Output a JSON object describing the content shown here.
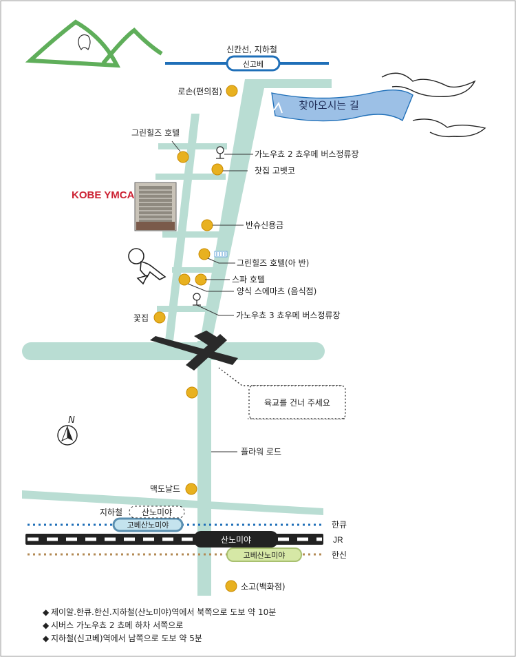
{
  "colors": {
    "road": "#b9ddd3",
    "road_dark": "#2a2a2a",
    "hill_green": "#5fae5a",
    "pin": "#e8b120",
    "hankyu_blue": "#1f6fb8",
    "hanshin_brown": "#b38a54",
    "jr_black": "#222222",
    "banner_blue": "#9cc0e6"
  },
  "header": {
    "top_line_label": "신칸선, 지하철",
    "top_station": "신고베"
  },
  "banner": {
    "title": "찾아오시는 길"
  },
  "brand": {
    "text": "KOBE YMCA"
  },
  "landmarks": {
    "lawson": "로손(편의점)",
    "green_hills_hotel": "그린힐즈 호텔",
    "bus_stop_2": "가노우쵸 2 쵸우메 버스정류장",
    "tea_house": "찻집 고벳코",
    "banshu_bank": "반슈신용금",
    "green_hills_annex": "그린힐즈 호텔(아 반)",
    "spa_hotel": "스파 호텔",
    "western_food": "양식 스에마츠 (음식점)",
    "flower_shop": "꽃집",
    "bus_stop_3": "가노우쵸 3 쵸우메 버스정류장",
    "crosswalk_note": "육교를 건너 주세요",
    "flower_road": "플라워 로드",
    "mcdonalds": "맥도날드",
    "sogo": "소고(백화점)"
  },
  "stations": {
    "subway_label": "지하철",
    "subway_station": "산노미야",
    "hankyu_station": "고베산노미야",
    "jr_station": "산노미야",
    "hanshin_station": "고베산노미야",
    "hankyu_line": "한큐",
    "jr_line": "JR",
    "hanshin_line": "한신"
  },
  "compass": {
    "north": "N"
  },
  "directions": [
    "제이알.한큐.한신.지하철(산노미야)역에서 북쪽으로 도보 약 10분",
    "시버스 가노우쵸 2 쵸메 하차 서쪽으로",
    "지하철(신고베)역에서 남쪽으로 도보 약 5분"
  ]
}
